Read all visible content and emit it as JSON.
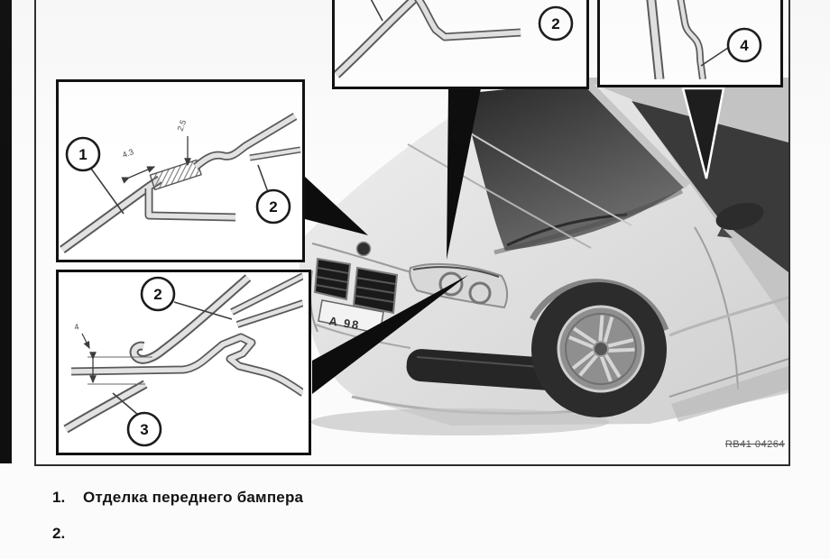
{
  "figure": {
    "ref_code": "RB41 04264",
    "license_plate": "A 98",
    "insets": {
      "top_left": {
        "callout_a": "1",
        "callout_b": "2",
        "dim_a": "4.3",
        "dim_b": "2.5"
      },
      "top_middle": {
        "callout": "2"
      },
      "top_right": {
        "callout": "4"
      },
      "bottom_left": {
        "callout_a": "2",
        "callout_b": "3",
        "dim": "4"
      }
    }
  },
  "legend": {
    "items": [
      {
        "num": "1.",
        "text": "Отделка переднего бампера"
      },
      {
        "num": "2.",
        "text": ""
      }
    ]
  }
}
